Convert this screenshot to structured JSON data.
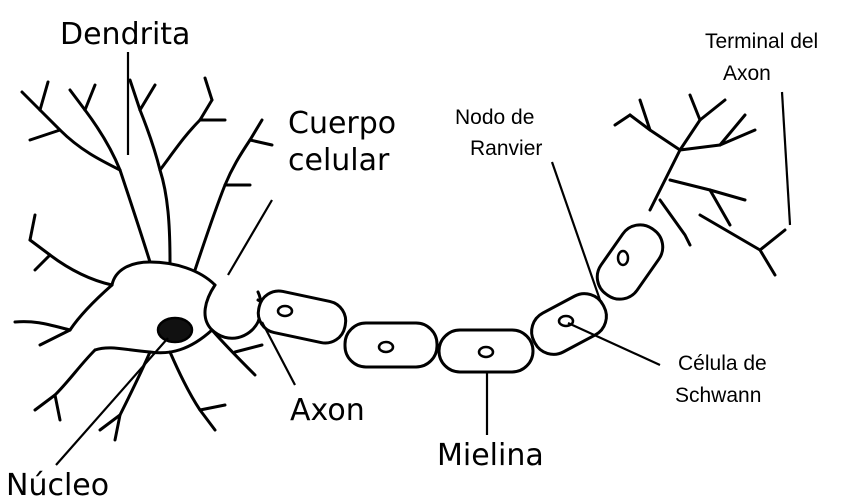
{
  "labels": {
    "dendrita": "Dendrita",
    "terminal_line1": "Terminal del",
    "terminal_line2": "Axon",
    "cuerpo_line1": "Cuerpo",
    "cuerpo_line2": "celular",
    "nodo_line1": "Nodo de",
    "nodo_line2": "Ranvier",
    "celula_line1": "Célula de",
    "celula_line2": "Schwann",
    "axon": "Axon",
    "mielina": "Mielina",
    "nucleo": "Núcleo"
  },
  "colors": {
    "ink": "#000000",
    "background": "#ffffff"
  }
}
